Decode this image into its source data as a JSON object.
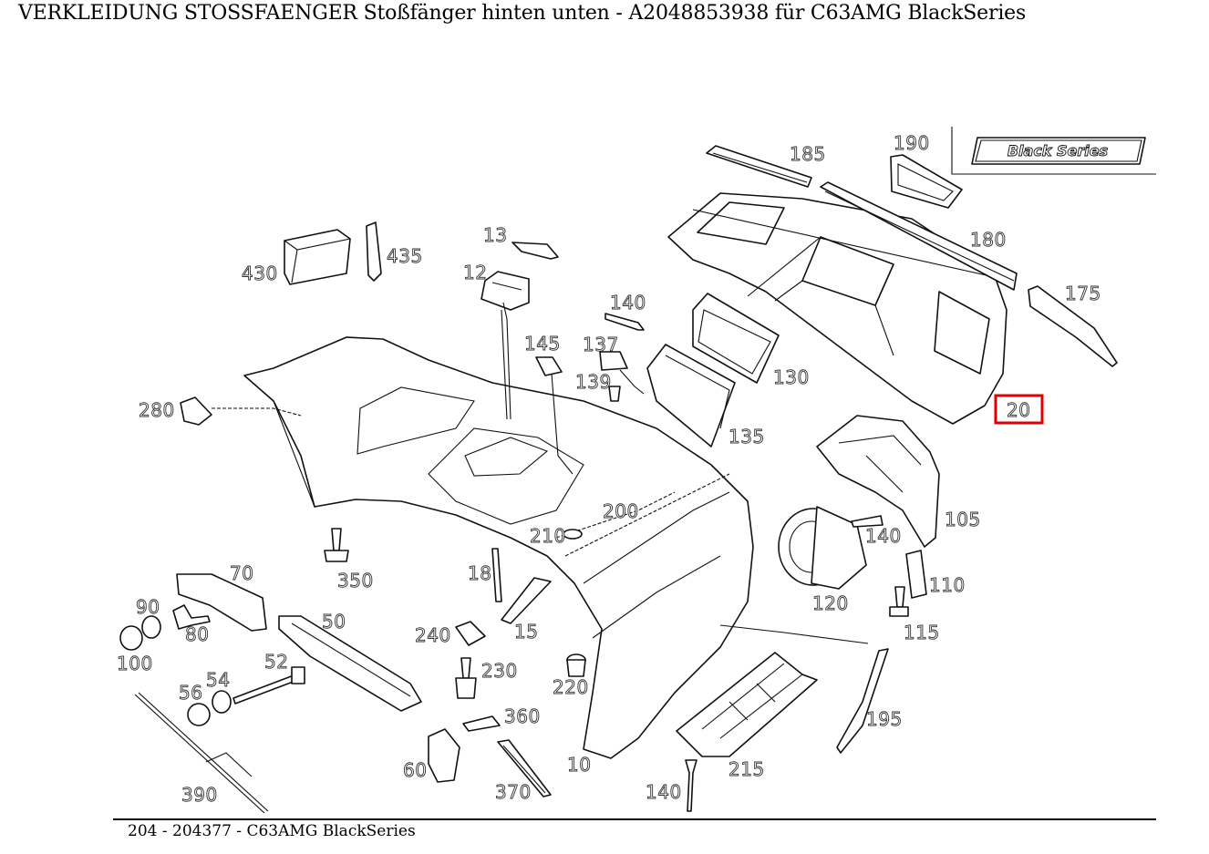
{
  "title": "VERKLEIDUNG STOSSFAENGER Stoßfänger hinten unten - A2048853938 für C63AMG BlackSeries",
  "footer": "204 - 204377 - C63AMG BlackSeries",
  "badge_text": "Black Series",
  "highlight_color": "#e00000",
  "highlighted_part": "20",
  "part_labels": {
    "p10": "10",
    "p12": "12",
    "p13": "13",
    "p15": "15",
    "p18": "18",
    "p20": "20",
    "p50": "50",
    "p52": "52",
    "p54": "54",
    "p56": "56",
    "p60": "60",
    "p70": "70",
    "p80": "80",
    "p90": "90",
    "p100": "100",
    "p105": "105",
    "p110": "110",
    "p115": "115",
    "p120": "120",
    "p130": "130",
    "p135": "135",
    "p137": "137",
    "p139": "139",
    "p140a": "140",
    "p140b": "140",
    "p140c": "140",
    "p145": "145",
    "p175": "175",
    "p180": "180",
    "p185": "185",
    "p190": "190",
    "p195": "195",
    "p200": "200",
    "p210": "210",
    "p215": "215",
    "p220": "220",
    "p230": "230",
    "p240": "240",
    "p280": "280",
    "p350": "350",
    "p360": "360",
    "p370": "370",
    "p390": "390",
    "p430": "430",
    "p435": "435"
  }
}
